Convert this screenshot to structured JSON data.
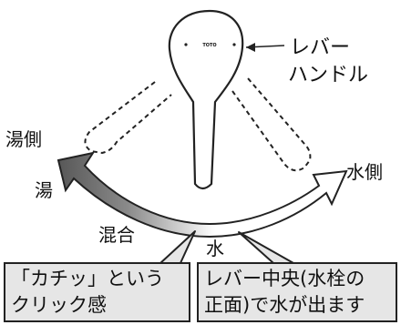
{
  "labels": {
    "lever_handle_line1": "レバー",
    "lever_handle_line2": "ハンドル",
    "hot_side": "湯側",
    "hot": "湯",
    "cold_side": "水側",
    "mixed": "混合",
    "cold": "水"
  },
  "callouts": {
    "click_feel": {
      "line1": "「カチッ」という",
      "line2": "クリック感"
    },
    "center_water": {
      "line1": "レバー中央(水栓の",
      "line2": "正面)で水が出ます"
    }
  },
  "brand_mark": "TOTO",
  "colors": {
    "arrow_hot": "#555555",
    "arrow_cold": "#ffffff",
    "outline": "#222222",
    "callout_fill": "#e6e6e6"
  }
}
